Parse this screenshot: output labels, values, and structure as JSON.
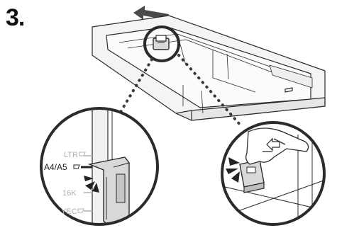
{
  "step": {
    "number": "3."
  },
  "left_zoom": {
    "labels": {
      "ltr": "LTR",
      "a4_a5": "A4/A5",
      "size_16k": "16K",
      "yec": "YEC"
    }
  },
  "colors": {
    "outline": "#2b2b2b",
    "tray_fill": "#f3f3f3",
    "guide_fill": "#d9d9d9",
    "arrow": "#4a4a4a",
    "dots": "#3a3a3a"
  }
}
